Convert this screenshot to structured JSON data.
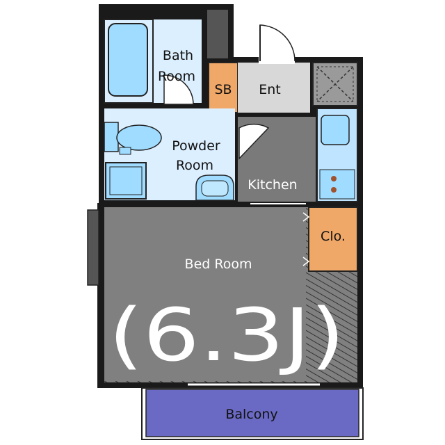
{
  "rooms": {
    "bath": {
      "line1": "Bath",
      "line2": "Room"
    },
    "sb": "SB",
    "ent": "Ent",
    "powder": {
      "line1": "Powder",
      "line2": "Room"
    },
    "kitchen": "Kitchen",
    "closet": "Clo.",
    "bedroom": "Bed Room",
    "bedroom_size": "(6.3J)",
    "balcony": "Balcony"
  },
  "colors": {
    "wall": "#1a1a1a",
    "bath_fill": "#dcefff",
    "fixture": "#9fdcff",
    "storage": "#f0a868",
    "entry_floor": "#d8d8d8",
    "floor_gray": "#7a7a7a",
    "balcony": "#6a6ac4"
  }
}
